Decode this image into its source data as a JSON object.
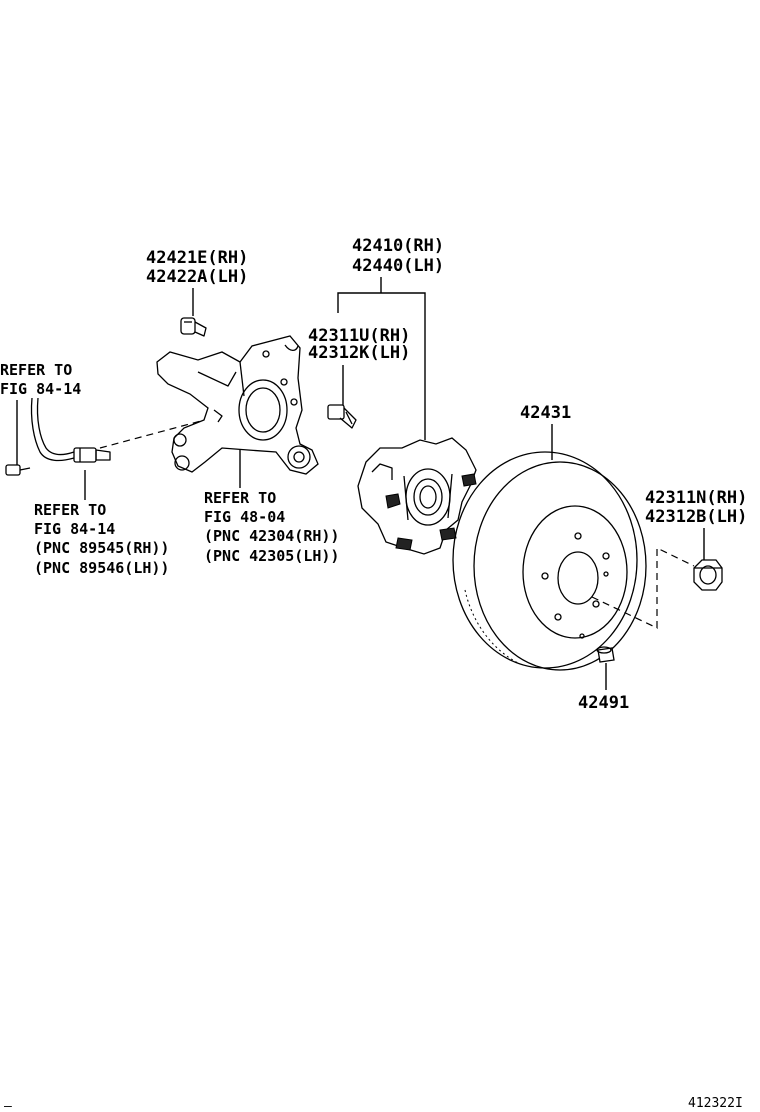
{
  "labels": {
    "knuckle_bolt_rh": "42421E(RH)",
    "knuckle_bolt_lh": "42422A(LH)",
    "hub_rh": "42410(RH)",
    "hub_lh": "42440(LH)",
    "hub_bolt_rh": "42311U(RH)",
    "hub_bolt_lh": "42312K(LH)",
    "disc": "42431",
    "hub_nut_rh": "42311N(RH)",
    "hub_nut_lh": "42312B(LH)",
    "plug": "42491"
  },
  "references": {
    "left_top": {
      "line1": "REFER TO",
      "line2": "FIG 84-14"
    },
    "sensor": {
      "line1": "REFER TO",
      "line2": "FIG 84-14",
      "line3": "(PNC 89545(RH))",
      "line4": "(PNC 89546(LH))"
    },
    "knuckle": {
      "line1": "REFER TO",
      "line2": "FIG 48-04",
      "line3": "(PNC 42304(RH))",
      "line4": "(PNC 42305(LH))"
    }
  },
  "footer": {
    "code": "412322I",
    "left_mark": "— _"
  }
}
